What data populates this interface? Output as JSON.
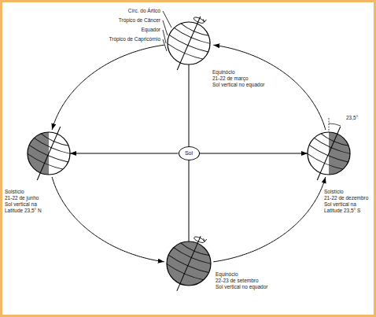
{
  "diagram": {
    "nodes": [
      {
        "text": [
          "Equinócio",
          "21-22 de março",
          "Sol vertical no equador"
        ]
      },
      {
        "text": [
          "Solstício",
          "21-22 de junho",
          "Sol vertical na Latitude 23,5° N"
        ]
      },
      {
        "text": [
          "Sol"
        ]
      },
      {
        "text": [
          "Solstício",
          "21-22 de dezembro",
          "Sol vertical na Latitude 23,5° S"
        ]
      },
      {
        "text": [
          "Equinócio",
          "22-23 de setembro",
          "Sol vertical no equador"
        ]
      }
    ],
    "edges": [
      {
        "from": 0,
        "to": 1,
        "arrow": "to"
      },
      {
        "from": 1,
        "to": 4,
        "arrow": "to"
      },
      {
        "from": 4,
        "to": 3,
        "arrow": "to"
      },
      {
        "from": 3,
        "to": 0,
        "arrow": "to"
      },
      {
        "from": 2,
        "to": 1,
        "arrow": "to"
      },
      {
        "from": 2,
        "to": 3,
        "arrow": "to"
      },
      {
        "from": 2,
        "to": 0,
        "arrow": "none"
      },
      {
        "from": 2,
        "to": 4,
        "arrow": "none"
      }
    ],
    "labels": [
      "Círc. do Ártico",
      "Trópico de Câncer",
      "Equador",
      "Trópico de Capricórnio",
      "23,5°"
    ]
  }
}
